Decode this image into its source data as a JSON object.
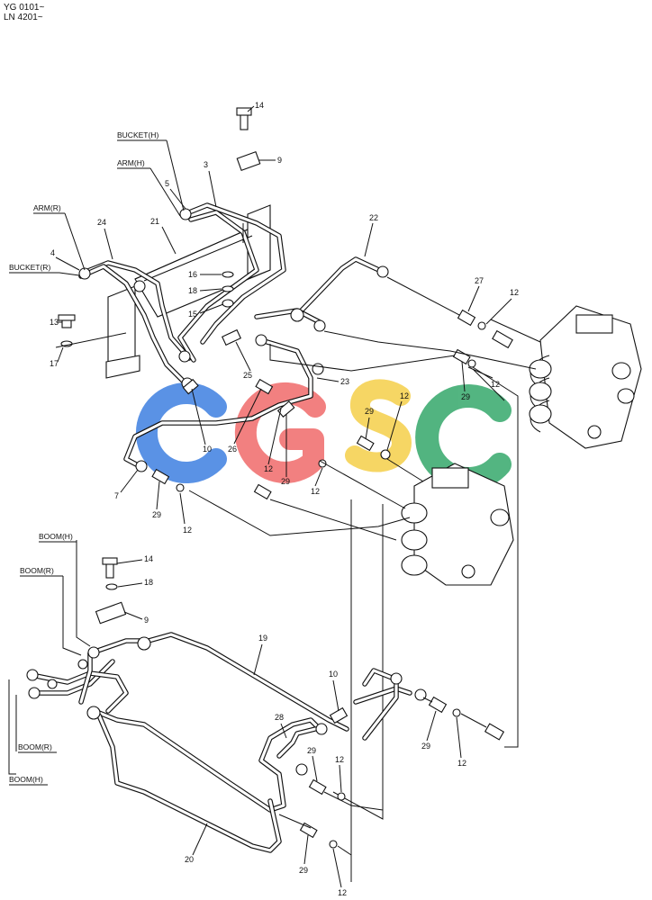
{
  "header": {
    "line1": "YG 0101~",
    "line2": "LN 4201~"
  },
  "watermark": {
    "text": "CGSC",
    "colors": [
      "#3d7fe0",
      "#f06b6b",
      "#f5cf4a",
      "#35a86b"
    ]
  },
  "labels": {
    "bucket_h": "BUCKET(H)",
    "arm_h": "ARM(H)",
    "arm_r": "ARM(R)",
    "bucket_r": "BUCKET(R)",
    "boom_h_top": "BOOM(H)",
    "boom_r_top": "BOOM(R)",
    "boom_r_bottom": "BOOM(R)",
    "boom_h_bottom": "BOOM(H)"
  },
  "callouts": [
    "14",
    "9",
    "3",
    "5",
    "21",
    "24",
    "4",
    "22",
    "16",
    "18",
    "15",
    "13",
    "17",
    "27",
    "12",
    "25",
    "23",
    "29",
    "12",
    "10",
    "26",
    "29",
    "12",
    "12",
    "7",
    "29",
    "12",
    "29",
    "12",
    "14",
    "18",
    "9",
    "19",
    "10",
    "28",
    "29",
    "29",
    "12",
    "12",
    "20",
    "29",
    "12"
  ]
}
